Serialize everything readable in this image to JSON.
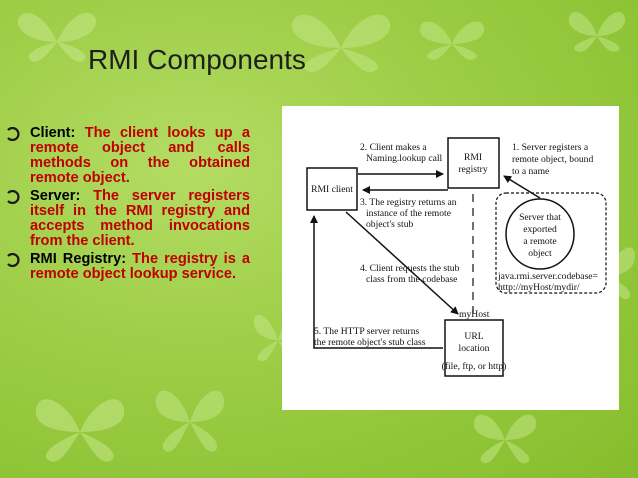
{
  "slide": {
    "title": "RMI Components",
    "bullets": [
      {
        "term": "Client:",
        "description": "The client looks up a remote object and calls methods on the obtained remote object."
      },
      {
        "term": "Server:",
        "description": "The server registers itself in the RMI registry and accepts method invocations from the client."
      },
      {
        "term": "RMI Registry:",
        "description": "The registry is a remote object lookup service."
      }
    ],
    "colors": {
      "background": "#9ccd45",
      "term": "#000000",
      "description": "#c00000"
    }
  },
  "diagram": {
    "nodes": {
      "rmi_client": "RMI client",
      "rmi_registry": [
        "RMI",
        "registry"
      ],
      "server": [
        "Server that",
        "exported",
        "a remote",
        "object"
      ],
      "url_location": [
        "URL",
        "location",
        "(file, ftp, or http)"
      ]
    },
    "labels": {
      "step1": [
        "1. Server registers a",
        "remote object, bound",
        "to a name"
      ],
      "step2": [
        "2. Client makes a",
        "Naming.lookup call"
      ],
      "step3": [
        "3. The registry returns an",
        "instance of the remote",
        "object's stub"
      ],
      "step4": [
        "4. Client requests the stub",
        "class from the codebase"
      ],
      "step5": [
        "5. The HTTP server returns",
        "the remote object's stub class"
      ],
      "codebase": [
        "java.rmi.server.codebase=",
        "http://myHost/mydir/"
      ],
      "myhost": "myHost"
    }
  }
}
